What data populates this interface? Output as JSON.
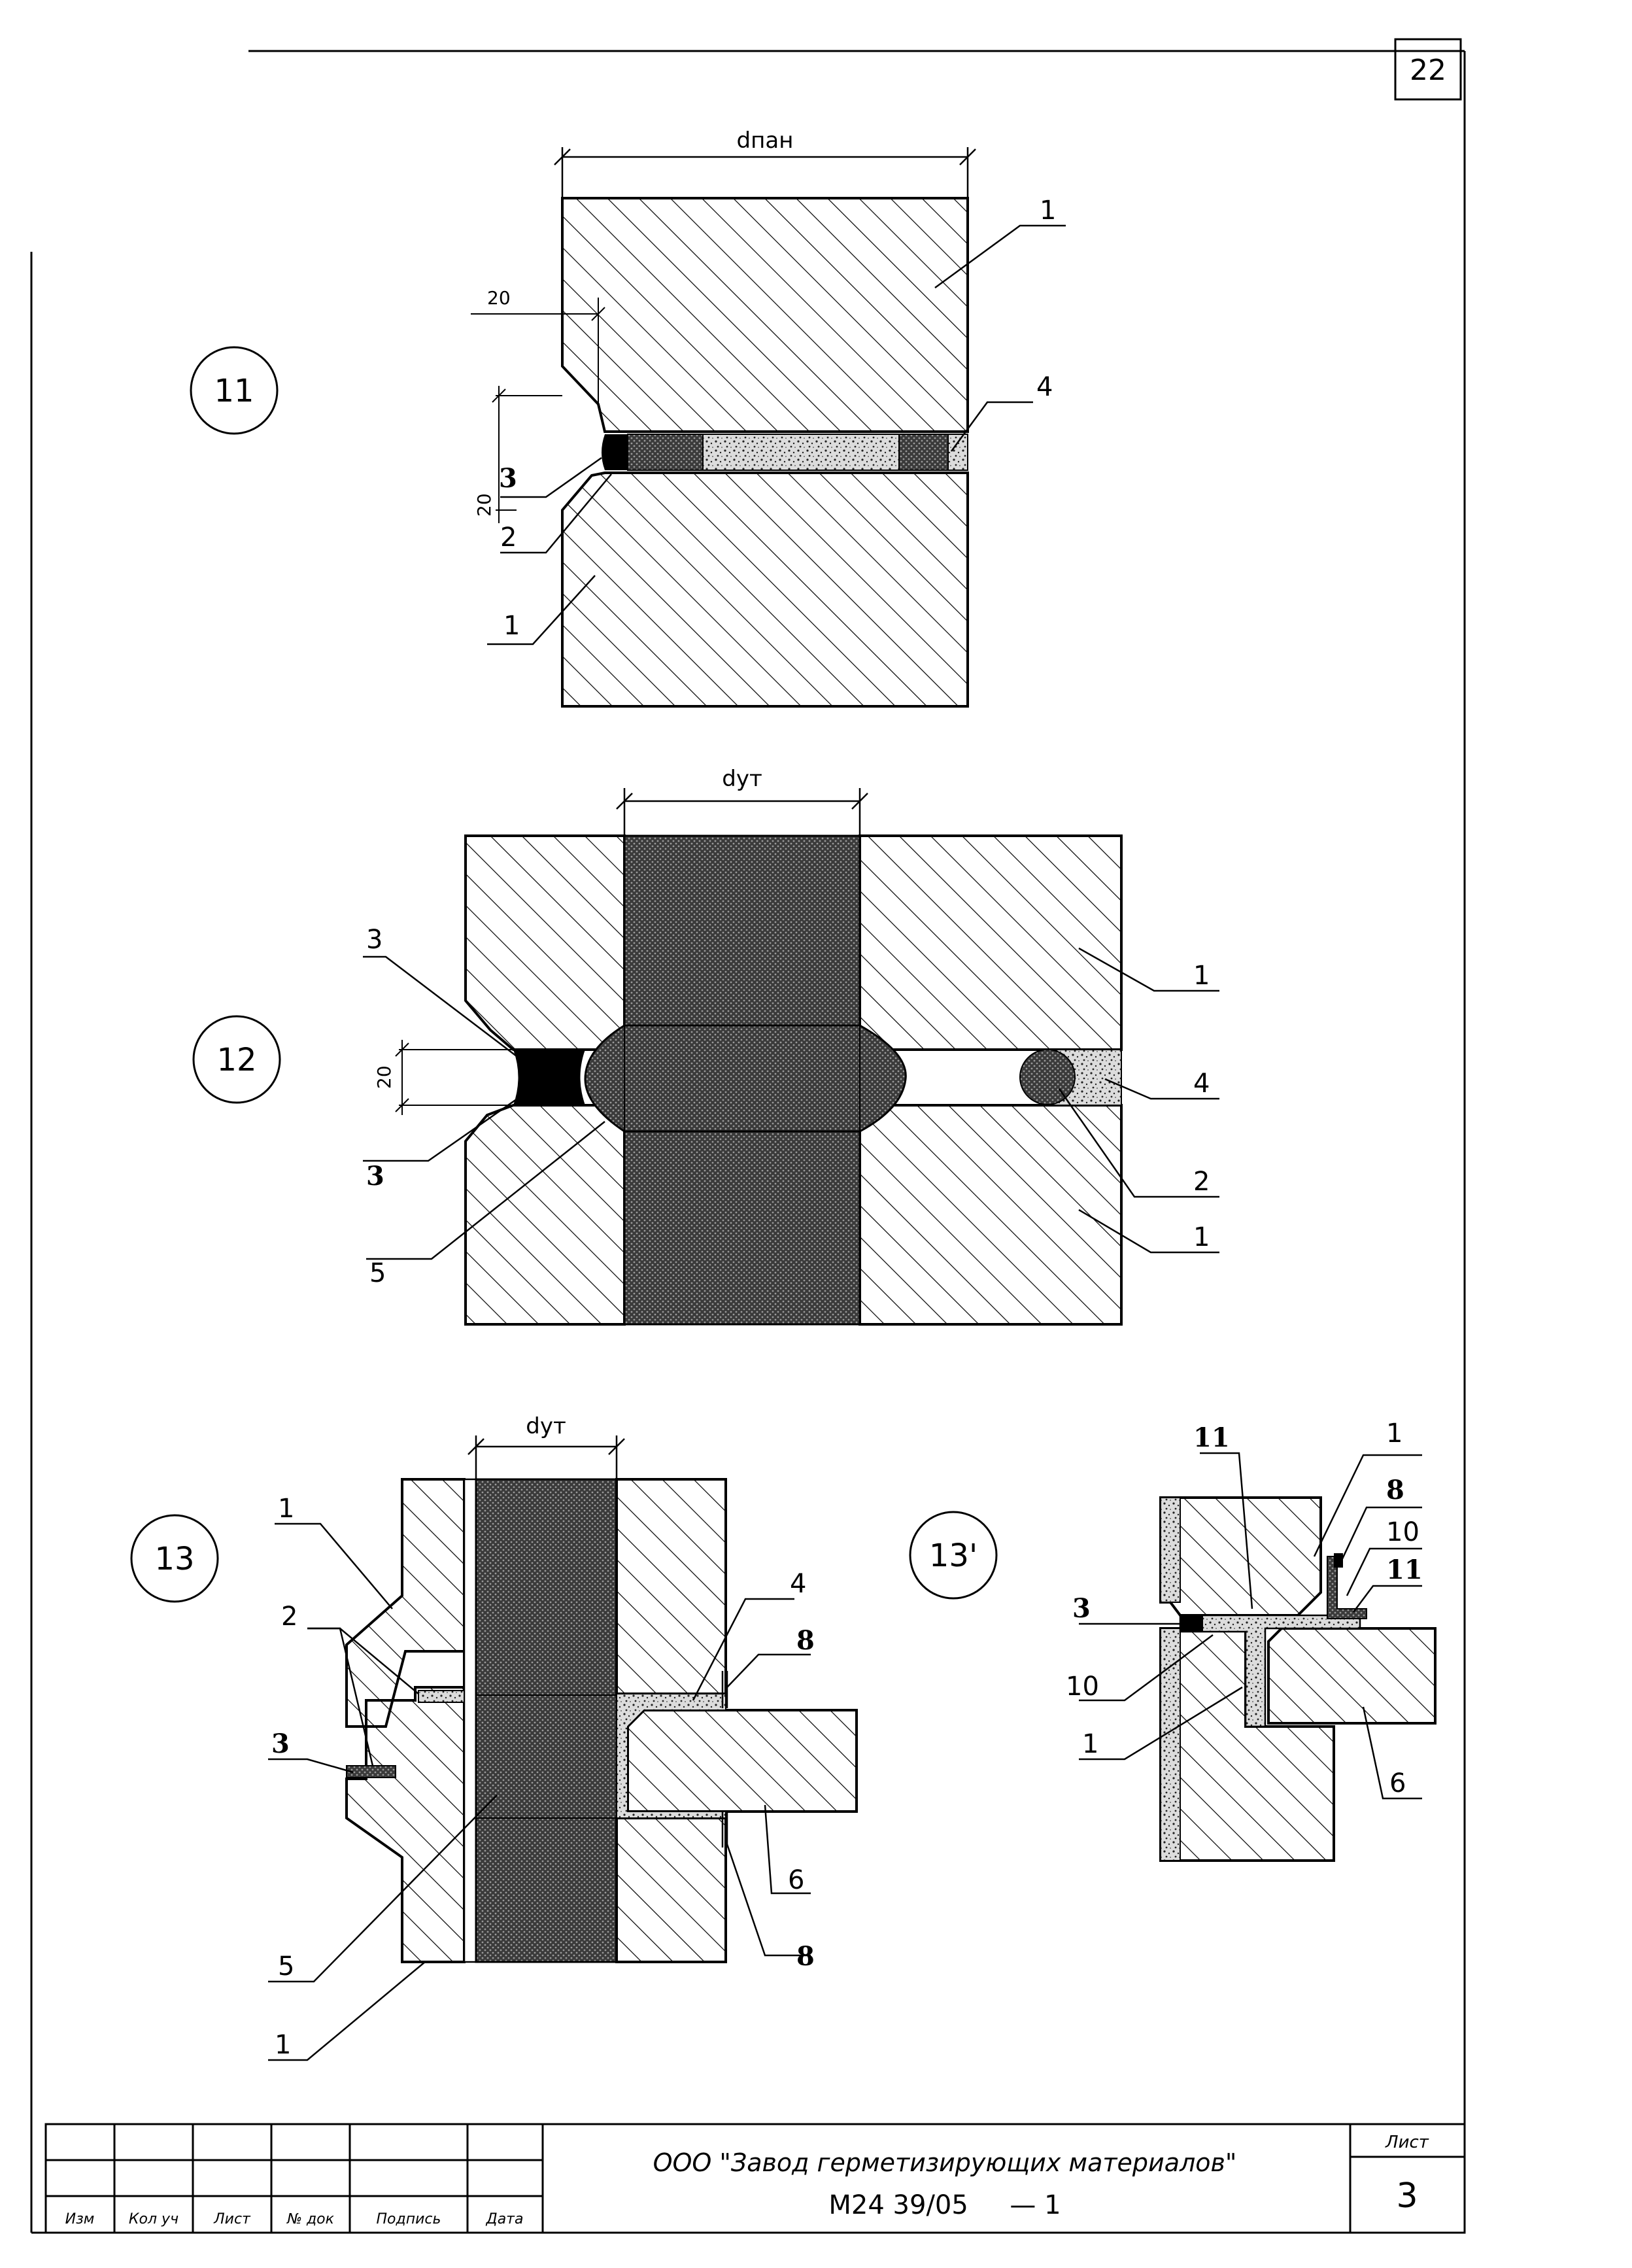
{
  "sheet": {
    "number": "22"
  },
  "fig11": {
    "marker": "11",
    "dim_width": "dпан",
    "dim_top": "20",
    "dim_side": "20",
    "leaders": {
      "top_right": "1",
      "right": "4",
      "left_a": "3",
      "left_b": "2",
      "left_c": "1"
    }
  },
  "fig12": {
    "marker": "12",
    "dim_width": "dут",
    "dim_side": "20",
    "leaders": {
      "top_left": "3",
      "left_a": "3",
      "left_b": "5",
      "right_a": "1",
      "right_b": "4",
      "right_c": "2",
      "right_d": "1"
    }
  },
  "fig13": {
    "marker": "13",
    "dim_width": "dут",
    "leaders": {
      "l1": "1",
      "l2": "2",
      "l3": "3",
      "l5": "5",
      "l1b": "1",
      "r4": "4",
      "r8a": "8",
      "r6": "6",
      "r8b": "8"
    }
  },
  "fig13p": {
    "marker": "13'",
    "leaders": {
      "t1": "1",
      "t11": "11",
      "t8": "8",
      "t10": "10",
      "t11b": "11",
      "l3": "3",
      "l10": "10",
      "l1": "1",
      "r6": "6"
    }
  },
  "title_block": {
    "org": "ООО \"Завод герметизирующих материалов\"",
    "code": "М24 39/05     — 1",
    "sheet_label": "Лист",
    "sheet_value": "3",
    "cols": [
      "Изм",
      "Кол уч",
      "Лист",
      "№ док",
      "Подпись",
      "Дата"
    ]
  }
}
